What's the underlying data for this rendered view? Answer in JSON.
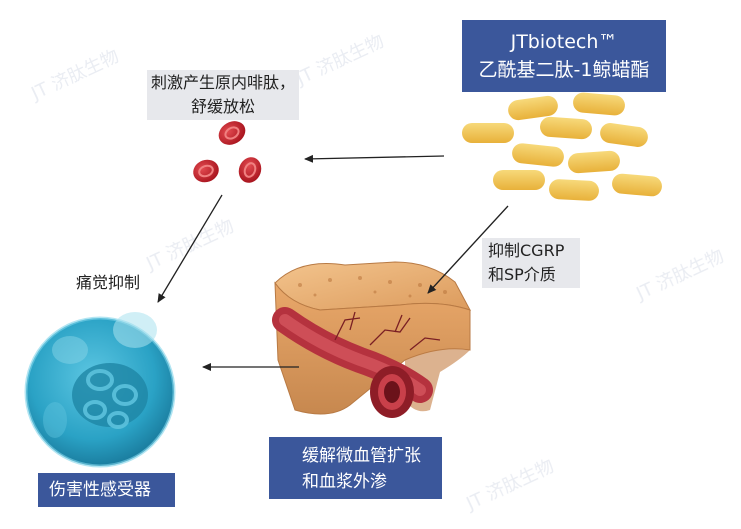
{
  "product": {
    "line1": "JTbiotech™",
    "line2": "乙酰基二肽-1鲸蜡酯"
  },
  "labels": {
    "stimulate_line1": "刺激产生原内啡肽，",
    "stimulate_line2": "舒缓放松",
    "pain_suppress": "痛觉抑制",
    "inhibit_line1": "抑制CGRP",
    "inhibit_line2": "和SP介质",
    "relieve_line1": "缓解微血管扩张",
    "relieve_line2": "和血浆外渗",
    "receptor": "伤害性感受器"
  },
  "watermark": "JT 济肽生物",
  "colors": {
    "title_bg": "#3b579b",
    "gray_bg": "#e7e8ec",
    "blob_red": "#c8202a",
    "pill_yellow": "#f2c34b",
    "cell_blue": "#2fa7c8",
    "tissue_tan": "#e2a76a",
    "vessel_red": "#b5323e"
  }
}
